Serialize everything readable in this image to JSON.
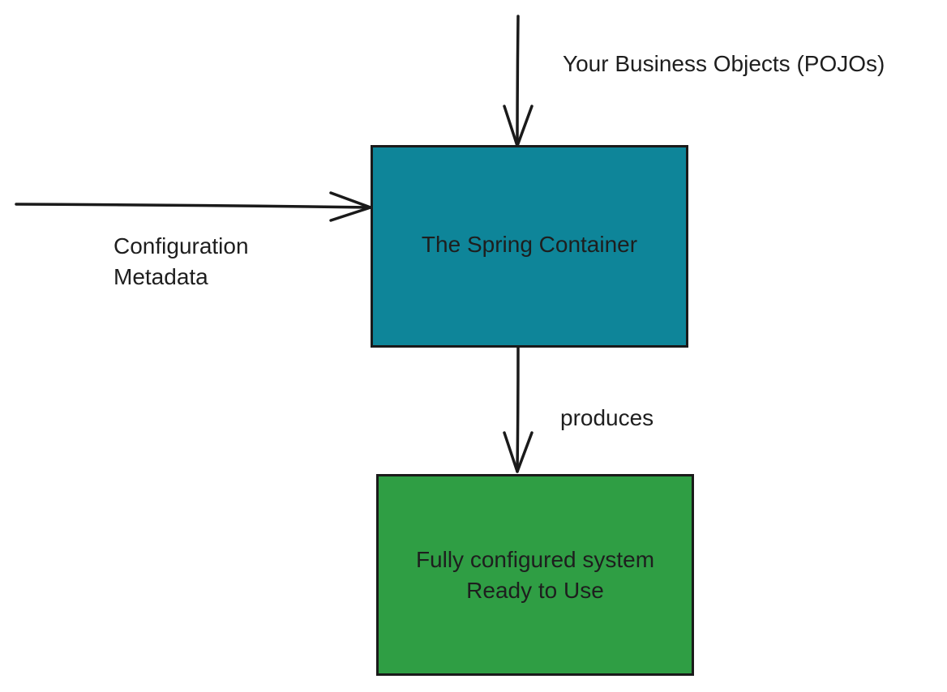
{
  "nodes": {
    "container": {
      "label": "The Spring  Container",
      "color": "#0e8599"
    },
    "output": {
      "line1": "Fully configured system",
      "line2": "Ready to Use",
      "color": "#2f9e44"
    }
  },
  "edges": {
    "pojos": {
      "label": "Your Business Objects (POJOs)"
    },
    "config": {
      "line1": "Configuration",
      "line2": "Metadata"
    },
    "produces": {
      "label": "produces"
    }
  },
  "colors": {
    "stroke": "#1a1a1a",
    "text": "#1e1e1e"
  }
}
